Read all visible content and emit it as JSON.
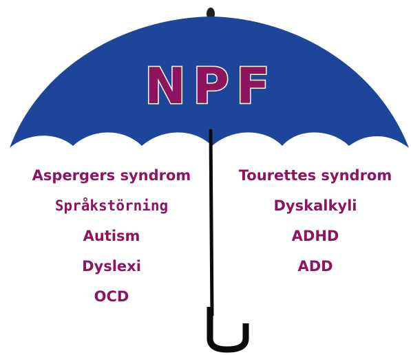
{
  "title": "NPF",
  "colors": {
    "canopy": "#1d469a",
    "text": "#8e1460",
    "handle": "#0b0b0b"
  },
  "left_items": [
    {
      "label": "Aspergers syndrom"
    },
    {
      "label": "Språkstörning"
    },
    {
      "label": "Autism"
    },
    {
      "label": "Dyslexi"
    },
    {
      "label": "OCD"
    }
  ],
  "right_items": [
    {
      "label": "Tourettes syndrom"
    },
    {
      "label": "Dyskalkyli"
    },
    {
      "label": "ADHD"
    },
    {
      "label": "ADD"
    }
  ]
}
